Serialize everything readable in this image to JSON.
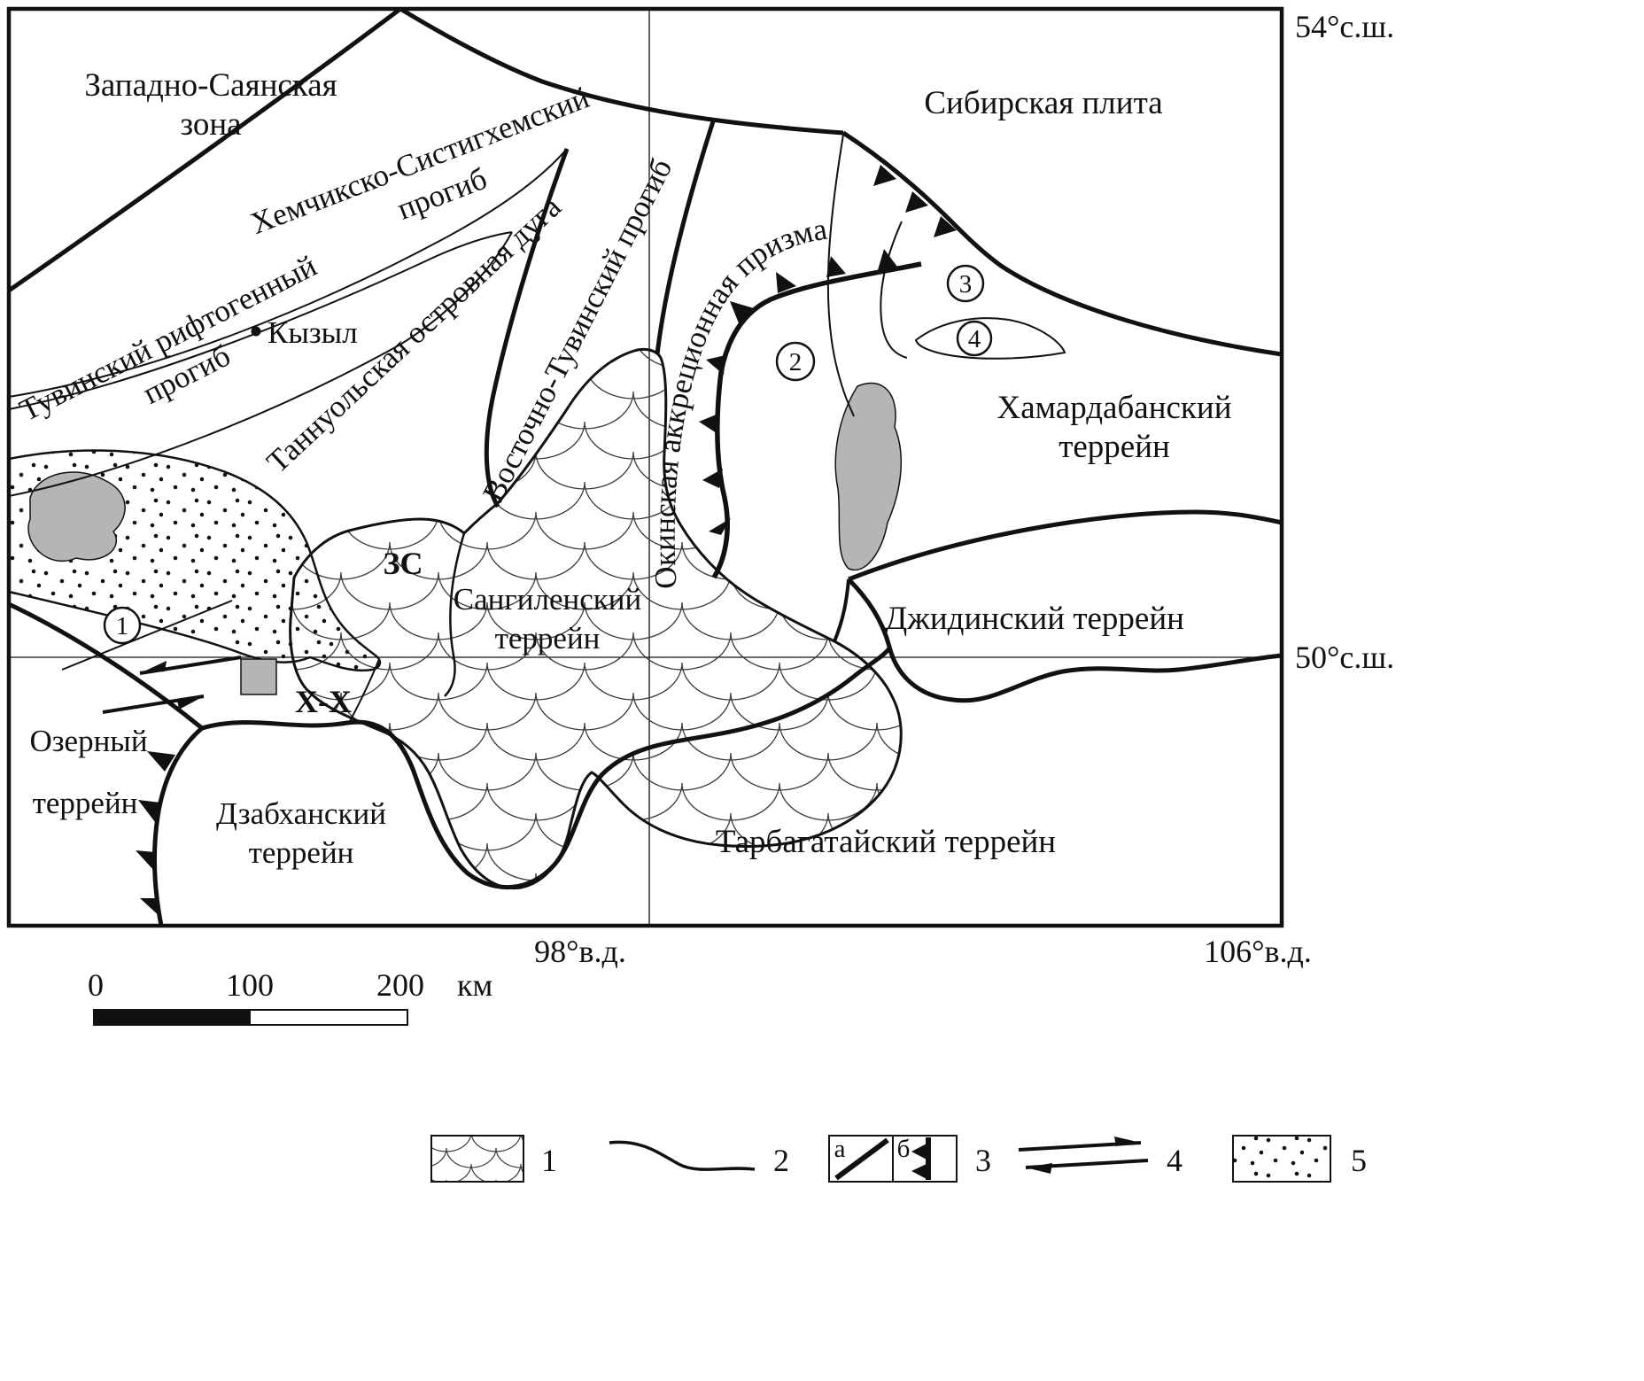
{
  "figure": {
    "background": "#ffffff",
    "ink": "#111111",
    "gray_fill": "#b5b5b5"
  },
  "map": {
    "graticule": {
      "lat_top": "54°с.ш.",
      "lat_mid": "50°с.ш.",
      "lon_mid": "98°в.д.",
      "lon_right": "106°в.д."
    },
    "labels": {
      "zapadno_sayan_line1": "Западно-Саянская",
      "zapadno_sayan_line2": "зона",
      "sibirskaya_plita": "Сибирская плита",
      "khemchik_line1": "Хемчикско-Систигхемский",
      "khemchik_line2": "прогиб",
      "tuvinsky_line1": "Тувинский рифтогенный",
      "tuvinsky_line2": "прогиб",
      "tannuolskaya": "Таннуольская островная дуга",
      "vostochno_tuvinsky": "Восточно-Тувинский прогиб",
      "okinskaya": "Окинская аккреционная призма",
      "khamardaban_line1": "Хамардабанский",
      "khamardaban_line2": "террейн",
      "dzhidinsky": "Джидинский  террейн",
      "sangilen_line1": "Сангиленский",
      "sangilen_line2": "террейн",
      "ozerny_line1": "Озерный",
      "ozerny_line2": "террейн",
      "dzabkhansky_line1": "Дзабханский",
      "dzabkhansky_line2": "террейн",
      "tarbagataisky": "Тарбагатайский террейн",
      "zs": "ЗС",
      "xx": "Х-Х"
    },
    "city": {
      "name": "Кызыл"
    },
    "numbered_localities": {
      "n1": "1",
      "n2": "2",
      "n3": "3",
      "n4": "4"
    }
  },
  "scale_bar": {
    "tick_0": "0",
    "tick_100": "100",
    "tick_200": "200",
    "unit": "км"
  },
  "legend": {
    "n1": "1",
    "n2": "2",
    "n3": "3",
    "n4": "4",
    "n5": "5",
    "letter_a": "а",
    "letter_b": "б"
  }
}
